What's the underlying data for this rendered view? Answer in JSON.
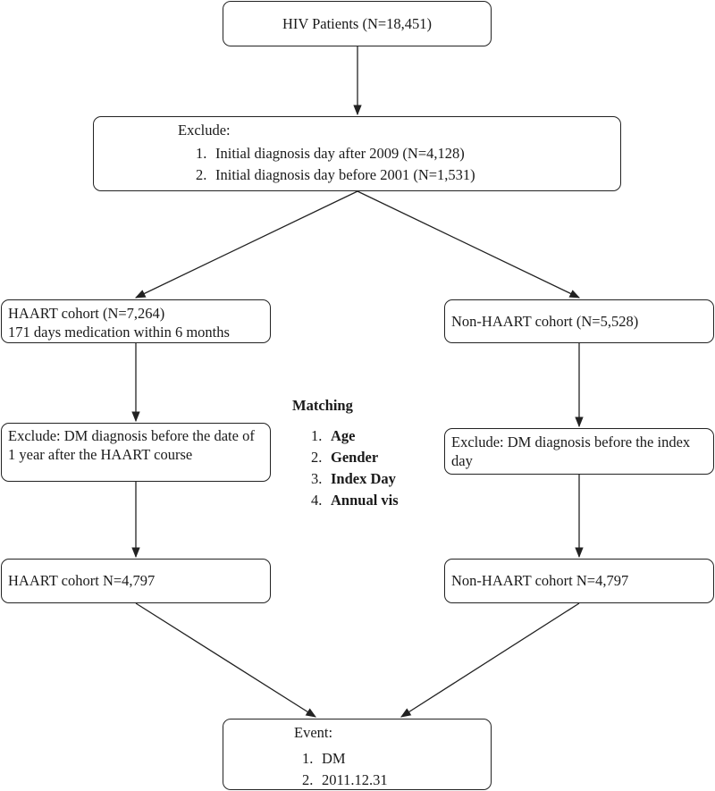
{
  "boxes": {
    "hiv": {
      "line1": "HIV Patients (N=18,451)"
    },
    "exclude_top": {
      "title": "Exclude:",
      "items": [
        "Initial diagnosis day after 2009 (N=4,128)",
        "Initial diagnosis day before 2001 (N=1,531)"
      ]
    },
    "haart_cohort": {
      "line1": "HAART cohort (N=7,264)",
      "line2": "171 days medication within 6 months"
    },
    "nonhaart_cohort": {
      "line1": "Non-HAART cohort (N=5,528)"
    },
    "haart_exclude": {
      "text": "Exclude: DM diagnosis before the date of 1 year after the HAART course"
    },
    "nonhaart_exclude": {
      "text": "Exclude: DM diagnosis before the index day"
    },
    "haart_final": {
      "line1": "HAART cohort N=4,797"
    },
    "nonhaart_final": {
      "line1": "Non-HAART cohort N=4,797"
    },
    "event": {
      "title": "Event:",
      "items": [
        "DM",
        "2011.12.31"
      ]
    }
  },
  "matching": {
    "title": "Matching",
    "items": [
      "Age",
      "Gender",
      "Index Day",
      "Annual vis"
    ]
  }
}
